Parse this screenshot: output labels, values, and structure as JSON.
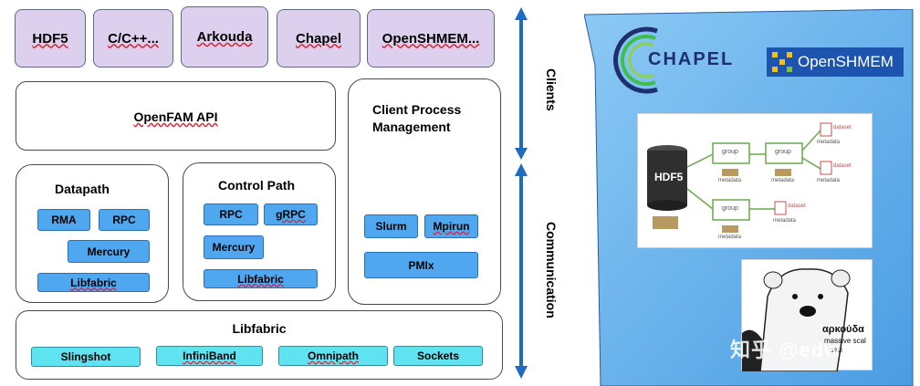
{
  "clients": [
    "HDF5",
    "C/C++...",
    "Arkouda",
    "Chapel",
    "OpenSHMEM..."
  ],
  "openfam_api": "OpenFAM API",
  "client_process": {
    "title_line1": "Client Process",
    "title_line2": "Management",
    "items": [
      "Slurm",
      "Mpirun",
      "PMIx"
    ]
  },
  "datapath": {
    "title": "Datapath",
    "items": [
      "RMA",
      "RPC",
      "Mercury",
      "Libfabric"
    ]
  },
  "control_path": {
    "title": "Control Path",
    "items": [
      "RPC",
      "gRPC",
      "Mercury",
      "Libfabric"
    ]
  },
  "libfabric": {
    "title": "Libfabric",
    "items": [
      "Slingshot",
      "InfiniBand",
      "Omnipath",
      "Sockets"
    ]
  },
  "side_labels": {
    "clients": "Clients",
    "communication": "Communication"
  },
  "colors": {
    "client_box": "#ddd0ee",
    "blue_box": "#4fa7ef",
    "cyan_box": "#5fe3f0",
    "arrow": "#1f6bbf",
    "right_panel": "#6ab6ee"
  },
  "logos": {
    "chapel": "CHAPEL",
    "openshmem_prefix": "Open",
    "openshmem_suffix": "SHMEM",
    "hdf5": "HDF5",
    "hdf5_labels": [
      "group",
      "metadata",
      "group",
      "metadata",
      "dataset",
      "metadata",
      "dataset",
      "metadata",
      "group",
      "metadata",
      "dataset",
      "metadata"
    ],
    "arkouda_line1": "αρκούδα",
    "arkouda_line2": "massive scal",
    "arkouda_line3": "data"
  },
  "watermark": "知乎 @edwu"
}
